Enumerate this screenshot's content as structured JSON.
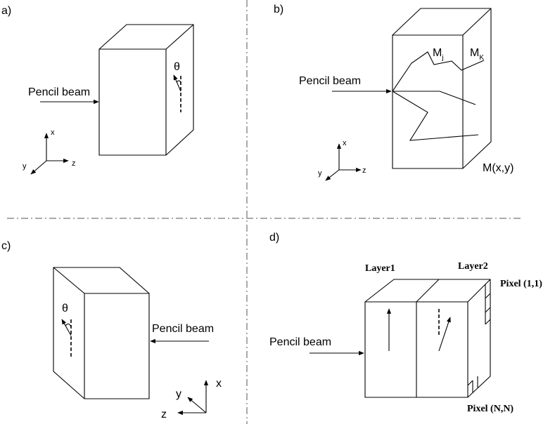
{
  "panels": {
    "a": {
      "label": "a)",
      "beam_label": "Pencil beam",
      "angle_label": "θ",
      "axis_x": "x",
      "axis_y": "y",
      "axis_z": "z"
    },
    "b": {
      "label": "b)",
      "beam_label": "Pencil beam",
      "mj_label": "M",
      "mj_sub": "j",
      "mk_label": "M",
      "mk_sub": "K",
      "mxy_label": "M(x,y)",
      "axis_x": "x",
      "axis_y": "y",
      "axis_z": "z"
    },
    "c": {
      "label": "c)",
      "beam_label": "Pencil beam",
      "angle_label": "θ",
      "axis_x": "x",
      "axis_y": "y",
      "axis_z": "z"
    },
    "d": {
      "label": "d)",
      "beam_label": "Pencil beam",
      "layer1_label": "Layer1",
      "layer2_label": "Layer2",
      "pixel_first_label": "Pixel (1,1)",
      "pixel_last_label": "Pixel (N,N)"
    }
  }
}
